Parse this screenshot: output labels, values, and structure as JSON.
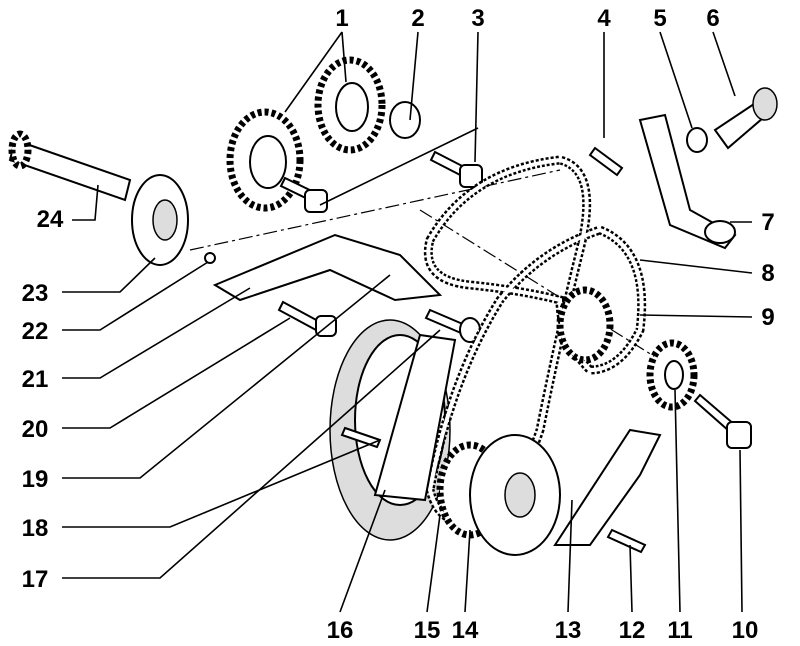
{
  "diagram": {
    "type": "exploded parts diagram",
    "callouts": [
      "1",
      "2",
      "3",
      "4",
      "5",
      "6",
      "7",
      "8",
      "9",
      "10",
      "11",
      "12",
      "13",
      "14",
      "15",
      "16",
      "17",
      "18",
      "19",
      "20",
      "21",
      "22",
      "23",
      "24"
    ]
  }
}
